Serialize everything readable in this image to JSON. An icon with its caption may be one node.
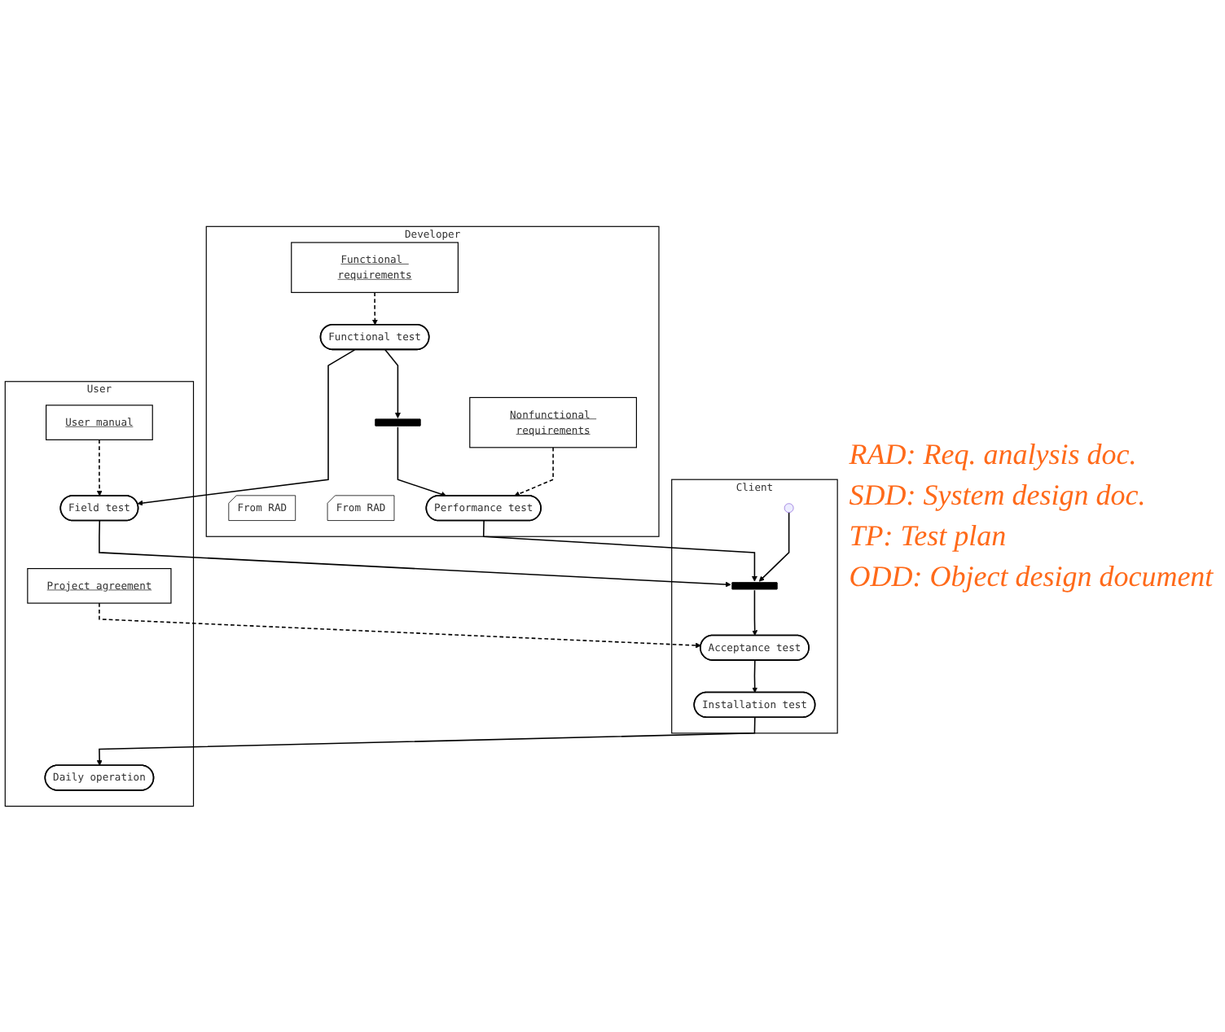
{
  "diagram": {
    "nodes": [
      {
        "text": [
          "Developer"
        ]
      },
      {
        "text": [
          "Client"
        ]
      },
      {
        "text": [
          "User"
        ]
      },
      {
        "text": [
          "Functional requirements"
        ],
        "in": 0
      },
      {
        "text": [
          "From RAD"
        ],
        "in": 0
      },
      {
        "text": [
          "Functional test"
        ],
        "in": 0
      },
      {
        "text": [],
        "shape": "bar",
        "in": 0
      },
      {
        "text": [
          "Nonfunctional requirements"
        ],
        "in": 0
      },
      {
        "text": [
          "From RAD"
        ],
        "in": 0
      },
      {
        "text": [
          "Performance test"
        ],
        "in": 0
      },
      {
        "text": [],
        "shape": "bar",
        "in": 1
      },
      {
        "text": [
          "Acceptance test"
        ],
        "in": 1
      },
      {
        "text": [
          "Installation test"
        ],
        "in": 1
      },
      {
        "text": [
          "User manual"
        ],
        "in": 2
      },
      {
        "text": [
          "Field test"
        ],
        "in": 2
      },
      {
        "text": [
          "Project agreement"
        ],
        "in": 2
      },
      {
        "text": [
          "Daily operation"
        ],
        "in": 2
      }
    ],
    "edges": [
      {
        "from": 3,
        "to": 5,
        "arrow": "to",
        "style": "dashed"
      },
      {
        "from": 5,
        "to": 6,
        "arrow": "to"
      },
      {
        "from": 6,
        "to": 9,
        "arrow": "to"
      },
      {
        "from": 5,
        "to": 14,
        "arrow": "to"
      },
      {
        "from": 13,
        "to": 14,
        "arrow": "to",
        "style": "dashed"
      },
      {
        "from": 7,
        "to": 9,
        "arrow": "to",
        "style": "dashed"
      },
      {
        "from": 9,
        "to": 10,
        "arrow": "to"
      },
      {
        "from": 14,
        "to": 10,
        "arrow": "to"
      },
      {
        "from": null,
        "to": 10,
        "arrow": "to"
      },
      {
        "from": 10,
        "to": 11,
        "arrow": "to"
      },
      {
        "from": 15,
        "to": 11,
        "arrow": "to",
        "style": "dashed"
      },
      {
        "from": 11,
        "to": 12,
        "arrow": "to"
      },
      {
        "from": 12,
        "to": 16,
        "arrow": "to"
      }
    ],
    "labels": [
      "RAD: Req. analysis doc.",
      "SDD: System design doc.",
      "TP: Test plan",
      "ODD: Object design document"
    ]
  }
}
